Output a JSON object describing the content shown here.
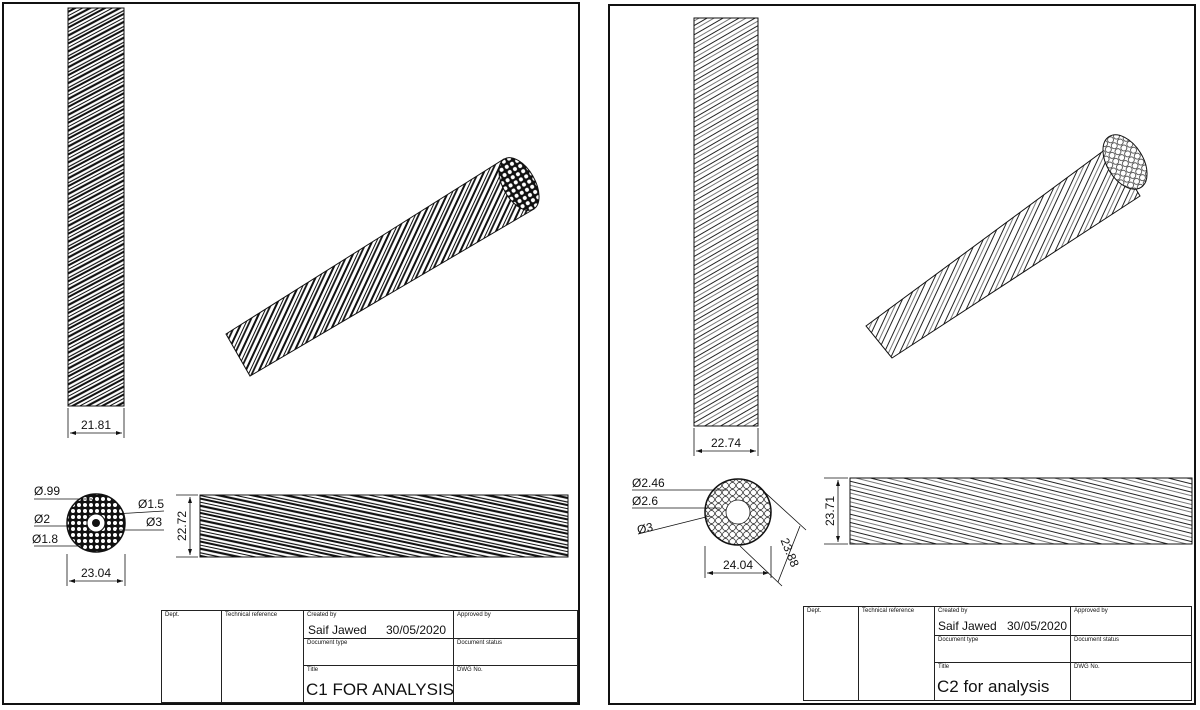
{
  "sheets": [
    {
      "id": "C1",
      "dimensions": {
        "vertical_width": "21.81",
        "side_height": "22.72",
        "section_width": "23.04",
        "d_099": "Ø.99",
        "d_15": "Ø1.5",
        "d_2": "Ø2",
        "d_3": "Ø3",
        "d_18": "Ø1.8"
      },
      "title_block": {
        "dept_label": "Dept.",
        "tech_ref_label": "Technical reference",
        "created_by_label": "Created by",
        "created_by": "Saif Jawed",
        "date": "30/05/2020",
        "approved_by_label": "Approved by",
        "doc_type_label": "Document type",
        "doc_status_label": "Document status",
        "title_label": "Title",
        "title": "C1 FOR ANALYSIS",
        "dwg_label": "DWG No."
      }
    },
    {
      "id": "C2",
      "dimensions": {
        "vertical_width": "22.74",
        "side_height": "23.71",
        "section_width": "24.04",
        "section_diag": "23.88",
        "d_246": "Ø2.46",
        "d_26": "Ø2.6",
        "d_3": "Ø3"
      },
      "title_block": {
        "dept_label": "Dept.",
        "tech_ref_label": "Technical reference",
        "created_by_label": "Created by",
        "created_by": "Saif Jawed",
        "date": "30/05/2020",
        "approved_by_label": "Approved by",
        "doc_type_label": "Document type",
        "doc_status_label": "Document status",
        "title_label": "Title",
        "title": "C2 for analysis",
        "dwg_label": "DWG No."
      }
    }
  ]
}
